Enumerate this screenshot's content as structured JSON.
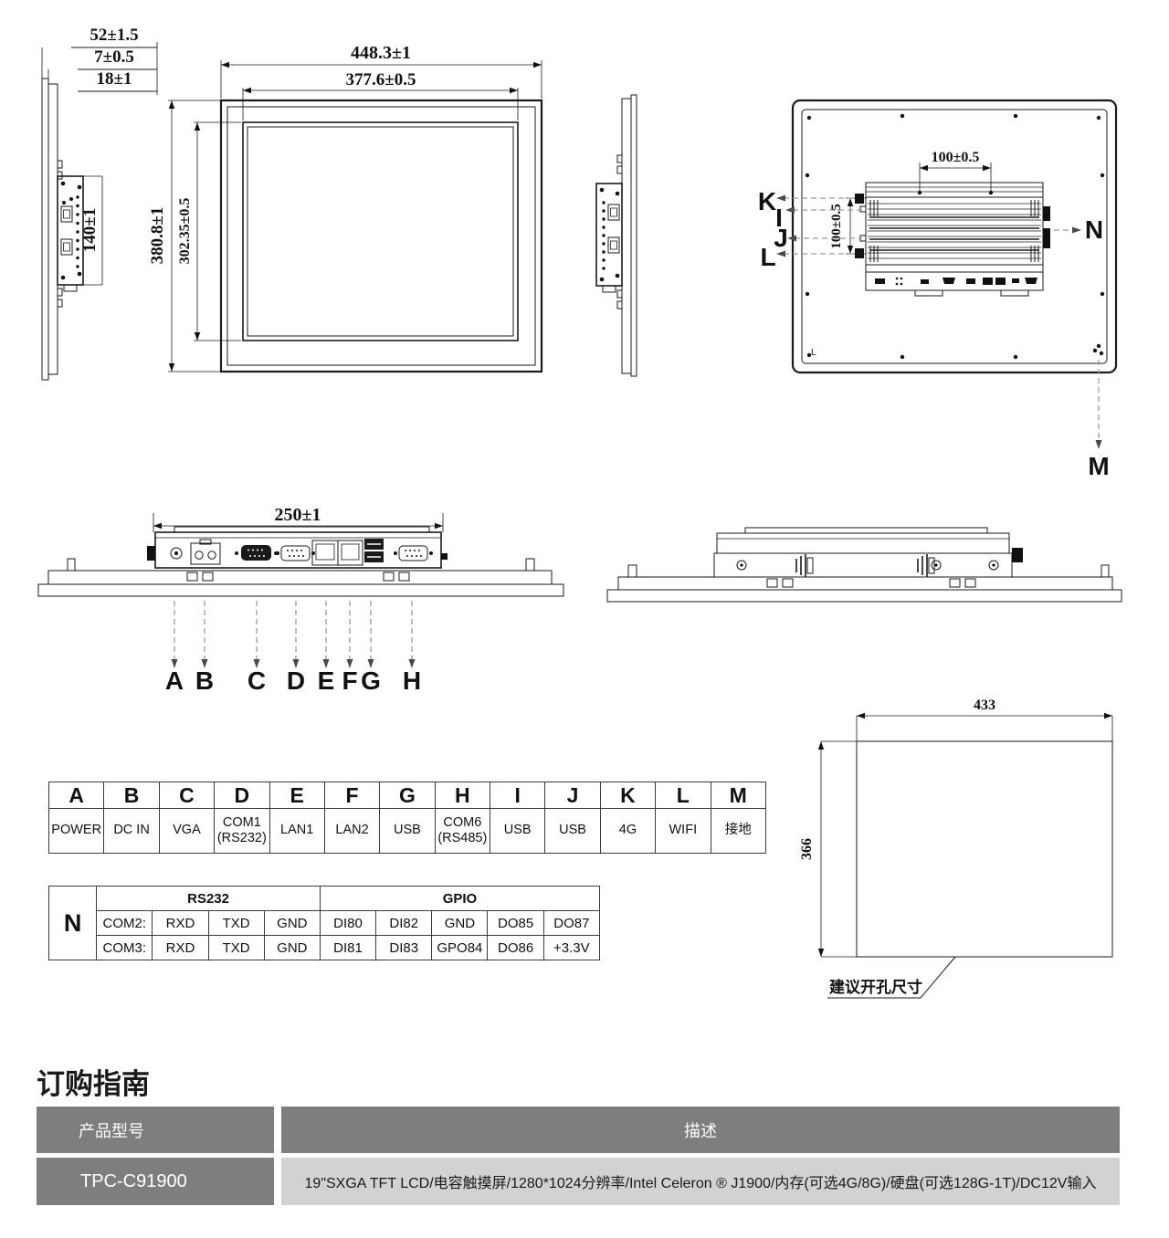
{
  "drawing": {
    "side_view": {
      "dim_depth": "52±1.5",
      "dim_front_bezel": "7±0.5",
      "dim_bezel": "18±1",
      "dim_module_height": "140±1"
    },
    "front_view": {
      "dim_width": "448.3±1",
      "dim_display_width": "377.6±0.5",
      "dim_height": "380.8±1",
      "dim_display_height": "302.35±0.5"
    },
    "rear_view": {
      "dim_mount_h": "100±0.5",
      "dim_mount_v": "100±0.5",
      "callout_k": "K",
      "callout_i": "I",
      "callout_j": "J",
      "callout_l": "L",
      "callout_n": "N",
      "callout_m": "M",
      "corner_mark": "L"
    },
    "bottom_view": {
      "dim_width": "250±1",
      "callouts": [
        "A",
        "B",
        "C",
        "D",
        "E",
        "F",
        "G",
        "H"
      ]
    },
    "cutout_view": {
      "dim_width": "433",
      "dim_height": "366",
      "label": "建议开孔尺寸"
    }
  },
  "port_table": {
    "columns": [
      {
        "key": "A",
        "value": "POWER"
      },
      {
        "key": "B",
        "value": "DC IN"
      },
      {
        "key": "C",
        "value": "VGA"
      },
      {
        "key": "D",
        "value": "COM1\n(RS232)"
      },
      {
        "key": "E",
        "value": "LAN1"
      },
      {
        "key": "F",
        "value": "LAN2"
      },
      {
        "key": "G",
        "value": "USB"
      },
      {
        "key": "H",
        "value": "COM6\n(RS485)"
      },
      {
        "key": "I",
        "value": "USB"
      },
      {
        "key": "J",
        "value": "USB"
      },
      {
        "key": "K",
        "value": "4G"
      },
      {
        "key": "L",
        "value": "WIFI"
      },
      {
        "key": "M",
        "value": "接地"
      }
    ]
  },
  "pin_table": {
    "row_label": "N",
    "group1": "RS232",
    "group2": "GPIO",
    "rows": [
      [
        "COM2:",
        "RXD",
        "TXD",
        "GND",
        "DI80",
        "DI82",
        "GND",
        "DO85",
        "DO87"
      ],
      [
        "COM3:",
        "RXD",
        "TXD",
        "GND",
        "DI81",
        "DI83",
        "GPO84",
        "DO86",
        "+3.3V"
      ]
    ]
  },
  "ordering": {
    "heading": "订购指南",
    "header_model": "产品型号",
    "header_desc": "描述",
    "rows": [
      {
        "model": "TPC-C91900",
        "desc": "19\"SXGA TFT LCD/电容触摸屏/1280*1024分辨率/Intel Celeron ® J1900/内存(可选4G/8G)/硬盘(可选128G-1T)/DC12V输入"
      }
    ]
  },
  "colors": {
    "header_bg": "#7e7e7e",
    "row_bg": "#d2d2d2",
    "dash_line": "#9a9a9a",
    "line": "#1a1a1a"
  }
}
